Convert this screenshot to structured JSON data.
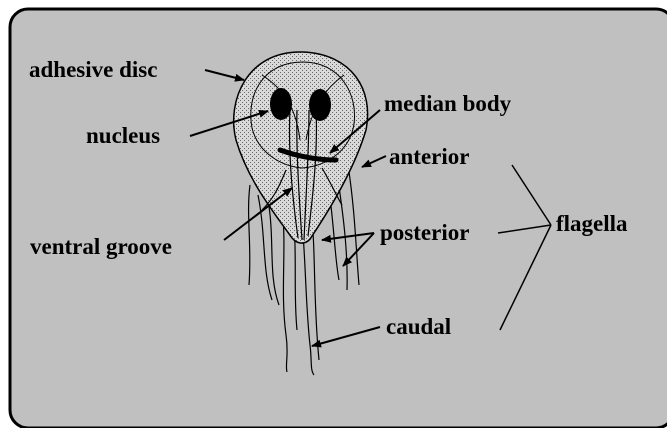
{
  "colors": {
    "panel": "#c0c0c0",
    "body_fill": "#d7d7d7",
    "ink": "#000000"
  },
  "labels": {
    "adhesive_disc": "adhesive disc",
    "nucleus": "nucleus",
    "ventral_groove": "ventral groove",
    "median_body": "median body",
    "anterior": "anterior",
    "posterior": "posterior",
    "caudal": "caudal",
    "flagella": "flagella"
  }
}
